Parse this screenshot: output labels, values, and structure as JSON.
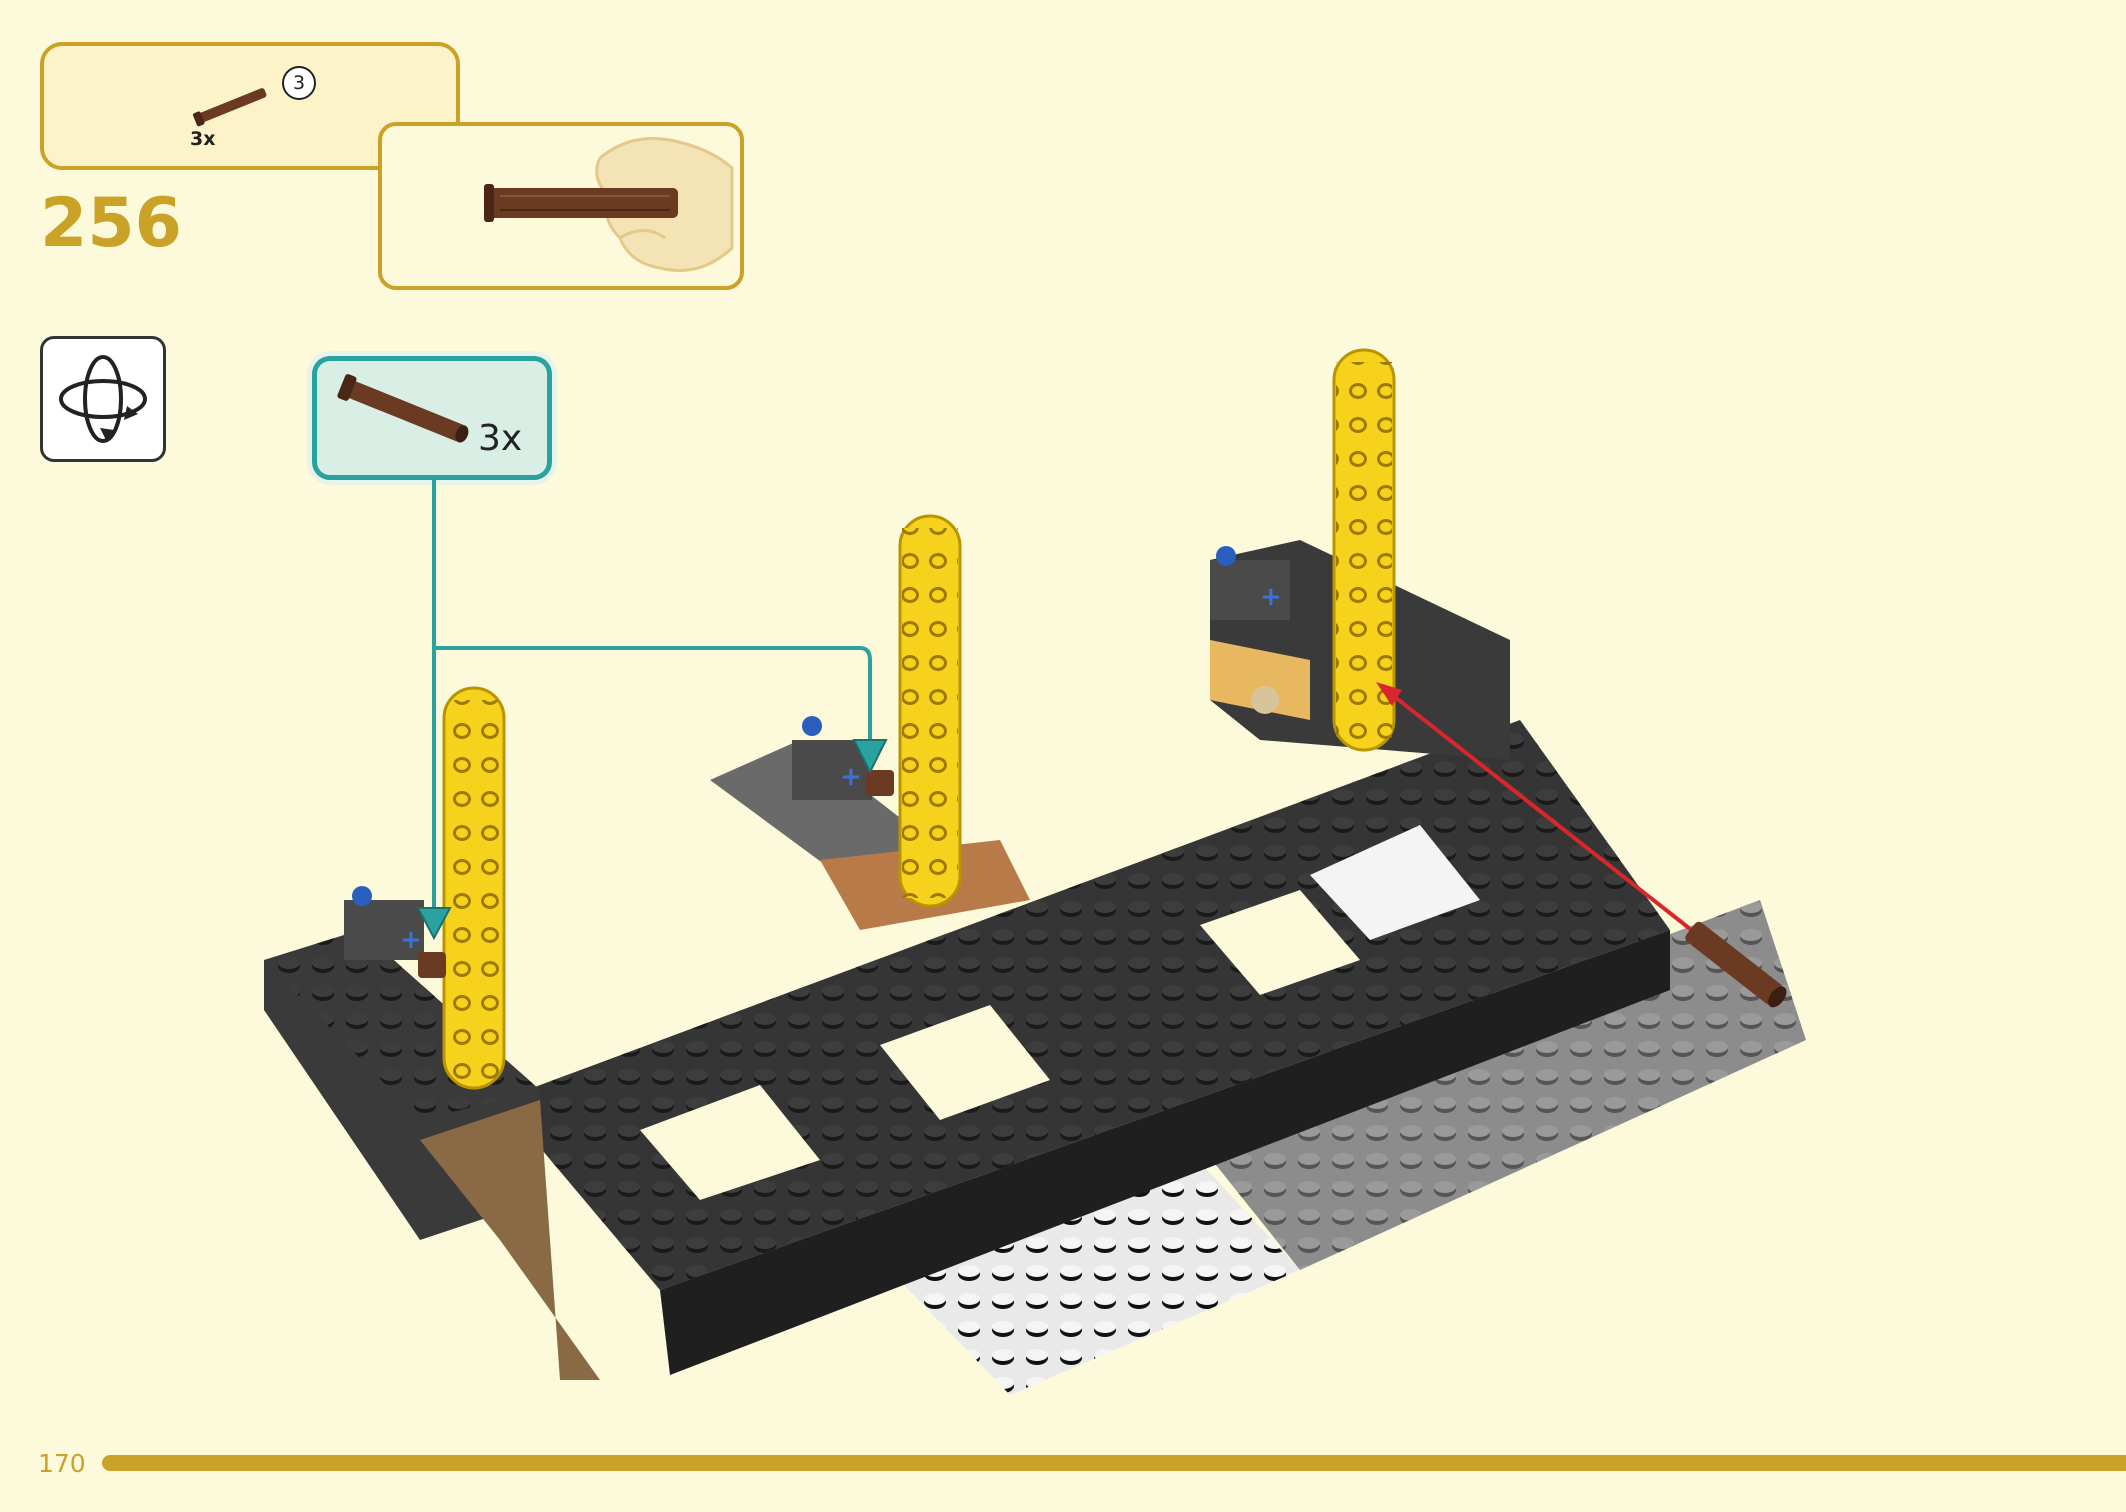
{
  "step": {
    "number": "256"
  },
  "parts_list": {
    "quantity": "3x",
    "part_length": "3",
    "part_color": "#6b3a22"
  },
  "callout": {
    "quantity": "3x"
  },
  "icons": {
    "rotate": "rotate-model-icon",
    "hand": "hand-push-icon",
    "pin": "axle-pin-icon"
  },
  "page": {
    "number": "170"
  },
  "colors": {
    "accent": "#c9a227",
    "callout_border": "#2aa3a0",
    "callout_fill": "#d9efe6",
    "background": "#fdf9db",
    "arrow": "#d9262b"
  }
}
